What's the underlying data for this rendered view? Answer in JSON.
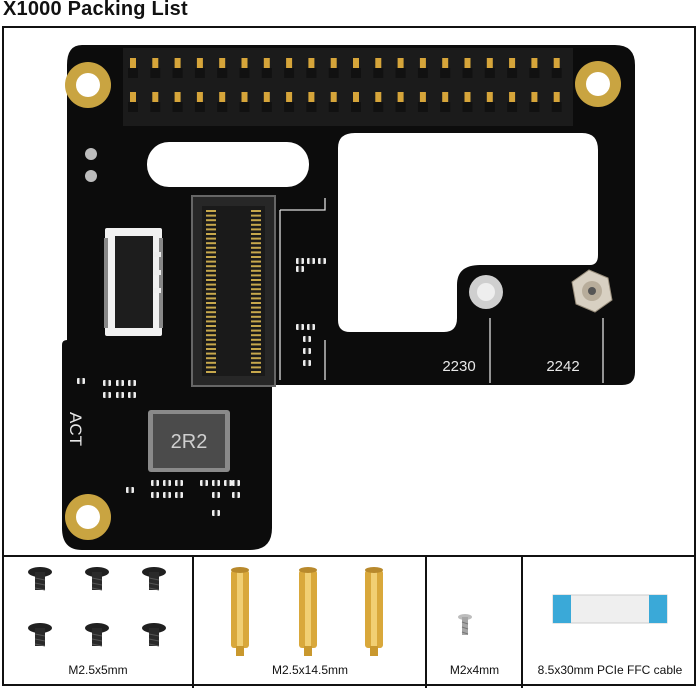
{
  "title": "X1000 Packing List",
  "board": {
    "silkscreen_act": "ACT",
    "inductor_label": "2R2",
    "slot_2230": "2230",
    "slot_2242": "2242",
    "colors": {
      "pcb": "#0c0c0c",
      "gold": "#c9a441",
      "header": "#1b1b1b",
      "pin": "#d6a53a"
    }
  },
  "items": [
    {
      "label": "M2.5x5mm"
    },
    {
      "label": "M2.5x14.5mm"
    },
    {
      "label": "M2x4mm"
    },
    {
      "label": "8.5x30mm PCIe FFC cable"
    }
  ]
}
